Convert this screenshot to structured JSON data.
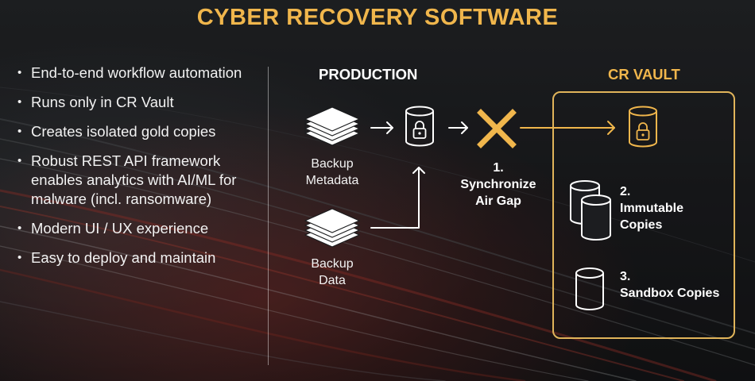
{
  "title": "CYBER RECOVERY SOFTWARE",
  "bullets": [
    "End-to-end workflow automation",
    "Runs only in CR Vault",
    "Creates isolated gold copies",
    "Robust REST API framework enables analytics with AI/ML for malware (incl. ransomware)",
    "Modern UI / UX experience",
    "Easy to deploy and maintain"
  ],
  "production": {
    "heading": "PRODUCTION",
    "backup_metadata_label_line1": "Backup",
    "backup_metadata_label_line2": "Metadata",
    "backup_data_label_line1": "Backup",
    "backup_data_label_line2": "Data"
  },
  "air_gap": {
    "label_line1": "1.",
    "label_line2": "Synchronize",
    "label_line3": "Air Gap"
  },
  "vault": {
    "heading": "CR VAULT",
    "immutable_line1": "2.",
    "immutable_line2": "Immutable",
    "immutable_line3": "Copies",
    "sandbox_line1": "3.",
    "sandbox_line2": "Sandbox Copies"
  },
  "colors": {
    "accent": "#f0b64c",
    "vault_border": "#e0b45a",
    "text": "#f2f2f2"
  }
}
